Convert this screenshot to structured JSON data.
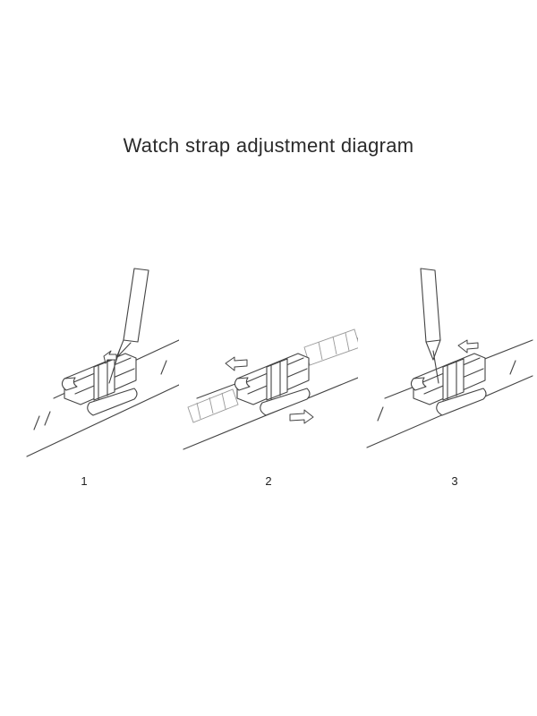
{
  "title": "Watch strap adjustment diagram",
  "steps": [
    {
      "number": "1"
    },
    {
      "number": "2"
    },
    {
      "number": "3"
    }
  ]
}
